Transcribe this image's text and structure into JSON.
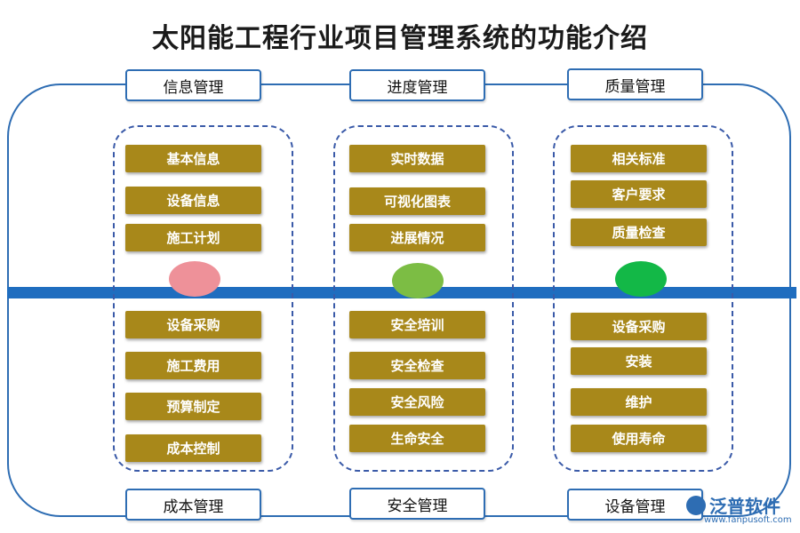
{
  "title": "太阳能工程行业项目管理系统的功能介绍",
  "headers": {
    "top": [
      "信息管理",
      "进度管理",
      "质量管理"
    ],
    "bottom": [
      "成本管理",
      "安全管理",
      "设备管理"
    ]
  },
  "columns": [
    {
      "top_items": [
        "基本信息",
        "设备信息",
        "施工计划"
      ],
      "bottom_items": [
        "设备采购",
        "施工费用",
        "预算制定",
        "成本控制"
      ],
      "oval_color": "#ee9199"
    },
    {
      "top_items": [
        "实时数据",
        "可视化图表",
        "进展情况"
      ],
      "bottom_items": [
        "安全培训",
        "安全检查",
        "安全风险",
        "生命安全"
      ],
      "oval_color": "#7cbd44"
    },
    {
      "top_items": [
        "相关标准",
        "客户要求",
        "质量检查"
      ],
      "bottom_items": [
        "设备采购",
        "安装",
        "维护",
        "使用寿命"
      ],
      "oval_color": "#13b847"
    }
  ],
  "colors": {
    "accent_blue": "#2e6db3",
    "item_gold": "#a8881a",
    "dash_border": "#3a5aa8"
  },
  "brand": {
    "name": "泛普软件",
    "url": "www.fanpusoft.com"
  }
}
